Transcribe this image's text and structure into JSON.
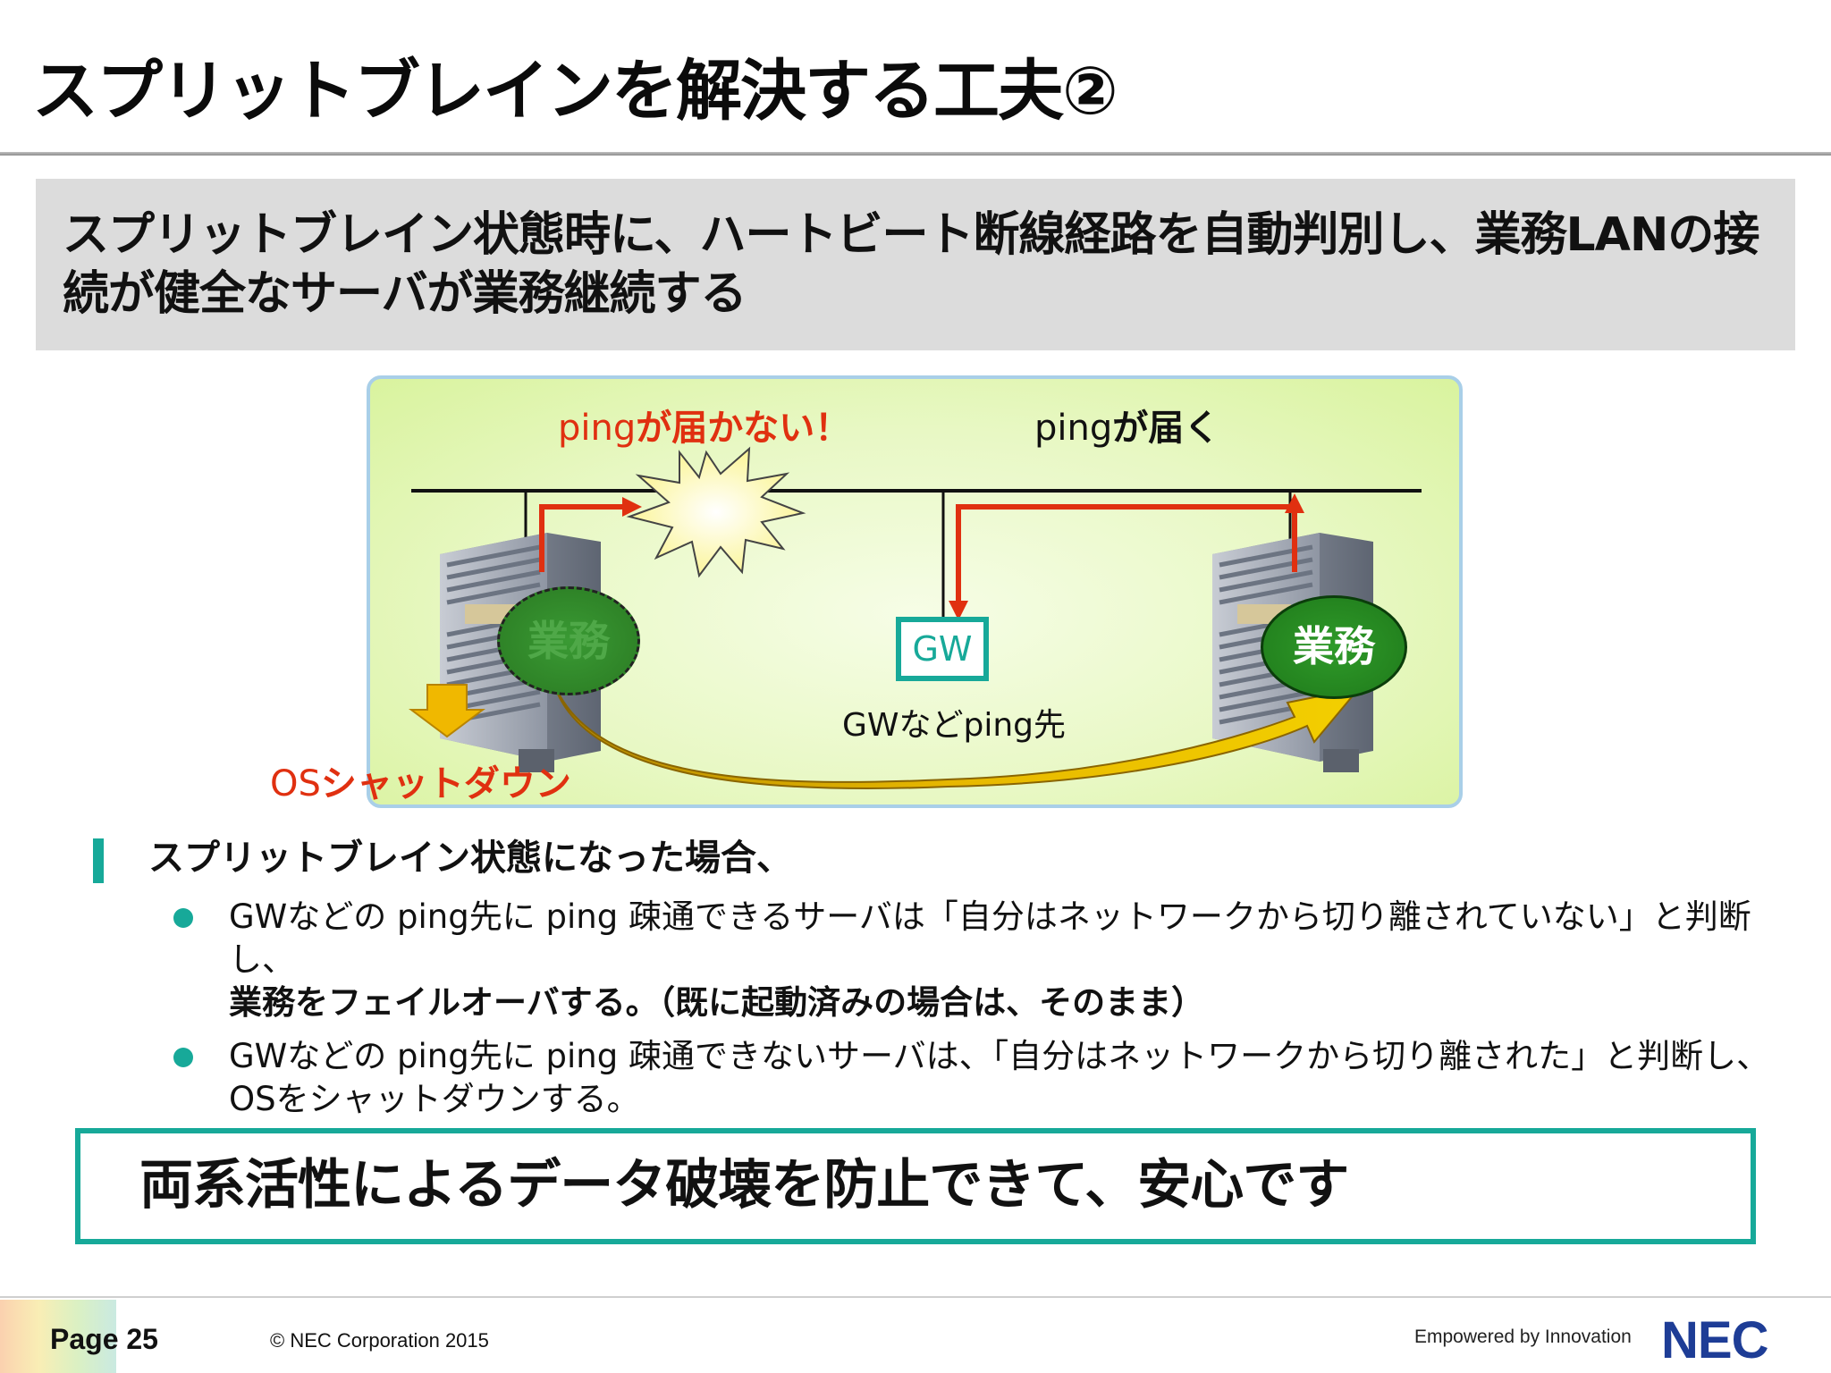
{
  "slide": {
    "title": "スプリットブレインを解決する工夫②",
    "banner_line1": "スプリットブレイン状態時に、ハートビート断線経路を自動判別し、業務LANの接",
    "banner_line2": "続が健全なサーバが業務継続する"
  },
  "diagram": {
    "ping_fail_prefix": "ping",
    "ping_fail_text": "が届かない！",
    "ping_ok_prefix": "ping",
    "ping_ok_text": "が届く",
    "gw_label": "GW",
    "gw_caption": "GWなどping先",
    "service_left": "業務",
    "service_right": "業務",
    "shutdown_prefix": "OS",
    "shutdown_text": "シャットダウン",
    "colors": {
      "red": "#e03010",
      "teal": "#17a999",
      "arrow_gold": "#d9a800",
      "green": "#2a8a24"
    }
  },
  "bullets": {
    "lead": "スプリットブレイン状態になった場合、",
    "items": [
      {
        "line1": "GWなどの ping先に ping 疎通できるサーバは「自分はネットワークから切り離されていない」と判断し、",
        "line2": "業務をフェイルオーバする。（既に起動済みの場合は、そのまま）"
      },
      {
        "line1": "GWなどの ping先に ping 疎通できないサーバは、「自分はネットワークから切り離された」と判断し、",
        "line2": "OSをシャットダウンする。"
      }
    ]
  },
  "conclusion": "両系活性によるデータ破壊を防止できて、安心です",
  "footer": {
    "page": "Page 25",
    "copyright": "© NEC Corporation 2015",
    "tagline": "Empowered by Innovation",
    "logo": "NEC"
  }
}
